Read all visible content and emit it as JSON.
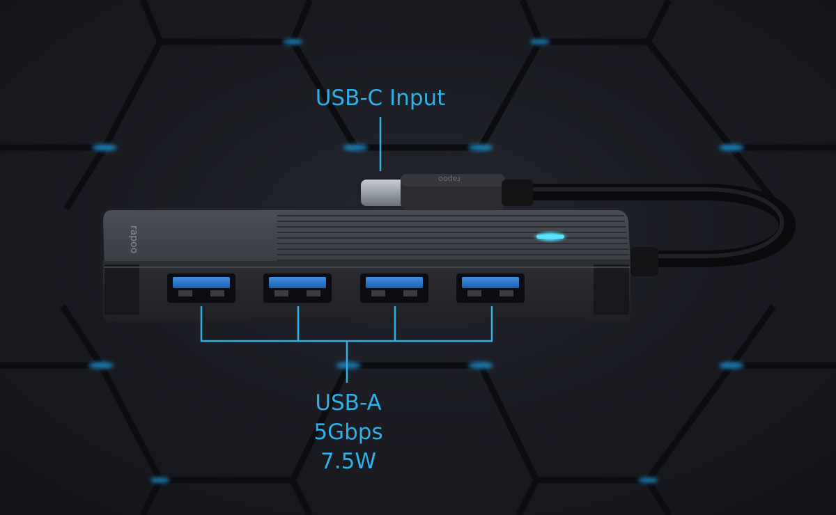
{
  "annotations": {
    "usb_c": "USB-C Input",
    "usb_a": {
      "line1": "USB-A",
      "line2": "5Gbps",
      "line3": "7.5W"
    }
  },
  "product": {
    "brand_mark": "rapoo",
    "port_count": 4
  },
  "colors": {
    "accent": "#2fb0e6",
    "background": "#1a1a20",
    "device_body": "#2f3138"
  }
}
